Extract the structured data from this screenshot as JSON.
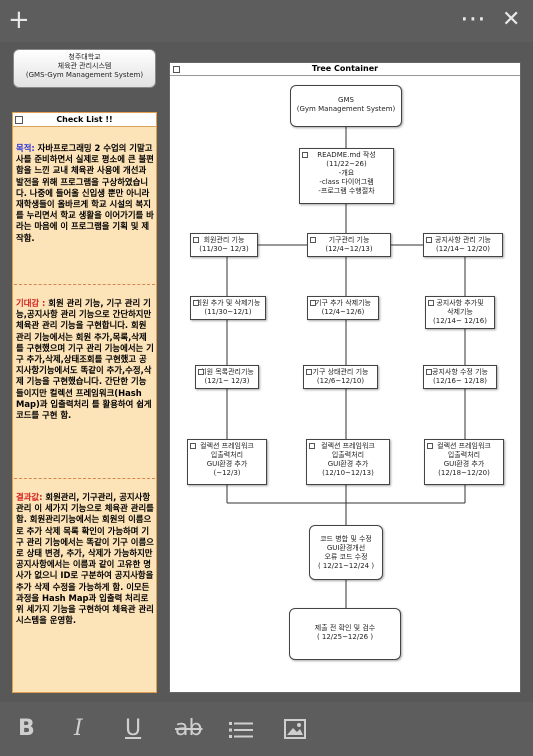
{
  "topbar": {
    "add_icon": "+",
    "more_icon": "⋯",
    "close_icon": "✕"
  },
  "title_box": {
    "line1": "청주대학교",
    "line2": "체육관 관리시스템",
    "line3": "(GMS-Gym Management System)"
  },
  "checklist": {
    "header": "Check List !!",
    "purpose_label": "목적:",
    "purpose_text": " 자바프로그래밍 2 수업의 기말고사를 준비하면서 실제로 평소에 큰 불편함을 느낀 교내 체육관 사용에 개선과 발전을 위해 프로그램을 구상하였습니다. 나중에 들어올 신입생 뿐만 아니라 재학생들이 올바르게 학교 시설의 복지를 누리면서 학교 생활을 이어가기를 바라는 마음에 이 프로그램을 기획 및 제작함.",
    "expect_label": "기대감 :",
    "expect_text": " 회원 관리 기능, 기구 관리 기능,공지사항 관리 기능으로 간단하지만 체육관 관리 기능을 구현합니다. 회원관리 기능에서는 회원 추가,목록,삭제를 구현했으며 기구 관리 기능에서는 기구 추가,삭제,상태조회를 구현했고 공지사항기능에서도 똑같이 추가,수정,삭제 기능을 구현했습니다. 간단한 기능들이지만 컬렉션 프레임워크(Hash Map)과 입출력처리 를 활용하여 쉽게 코드를 구현 함.",
    "result_label": "결과값:",
    "result_text": " 회원관리, 기구관리, 공지사항 관리 이 세가지 기능으로 체육관 관리를 함. 회원관리기능에서는 회원의 이름으로 추가 삭제 목록 확인이 가능하며 기구 관리 기능에서는 똑같이 기구 이름으로 상태 변경, 추가, 삭제가 가능하지만 공지사항에서는 이름과 같이 고유한 명사가 없으니 ID로 구분하여 공지사항을 추가 삭제 수정을 가능하게 함. 이모든 과정을 Hash Map과 입출력 처리로 위 세가지 기능을 구현하여 체육관 관리 시스템을 운영함."
  },
  "tree": {
    "header": "Tree Container",
    "root": "GMS\n(Gym Management System)",
    "readme": "README.md 작성\n(11/22~26)\n-개요\n-class 다이어그램\n-프로그램 수행절차",
    "member_mgmt": "회원관리 기능\n(11/30~ 12/3)",
    "equip_mgmt": "기구관리 기능\n(12/4~12/13)",
    "notice_mgmt": "공지사항 관리 기능\n(12/14~ 12/20)",
    "member_add": "회원 추가 및 삭제기능\n(11/30~12/1)",
    "equip_add": "기구 추가 삭제기능\n(12/4~12/6)",
    "notice_add": "공지사항 추가및\n삭제기능\n(12/14~ 12/16)",
    "member_list": "회원 목록관리기능\n(12/1~ 12/3)",
    "equip_status": "기구 상태관리 기능\n(12/6~12/10)",
    "notice_edit": "공지사항 수정 기능\n(12/16~ 12/18)",
    "member_coll": "컬렉션 프레임워크\n입출력처리\nGUI환경 추가\n(~12/3)",
    "equip_coll": "컬렉션 프레임워크\n입출력처리\nGUI환경 추가\n(12/10~12/13)",
    "notice_coll": "컬렉션 프레임워크\n입출력처리\nGUI환경 추가\n(12/18~12/20)",
    "merge": "코드 병합 및 수정\nGUI환경개선\n오류 코드 수정\n( 12/21~12/24 )",
    "final": "제출 전 확인 및 검수\n( 12/25~12/26 )"
  },
  "bottombar": {
    "bold": "B",
    "italic": "I",
    "underline": "U",
    "strike": "ab",
    "list_icon": "list-icon",
    "image_icon": "image-icon"
  }
}
